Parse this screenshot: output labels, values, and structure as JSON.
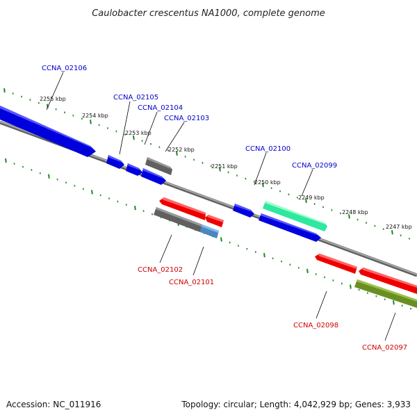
{
  "title": "Caulobacter crescentus NA1000, complete genome",
  "footer": {
    "accession": "Accession: NC_011916",
    "topology": "Topology: circular; Length: 4,042,929 bp; Genes: 3,933"
  },
  "colors": {
    "plus_label": "#0000cc",
    "minus_label": "#cc0000",
    "tick": "#1a8a1a",
    "backbone": "#808080"
  },
  "kbp_labels": [
    "2255 kbp",
    "2254 kbp",
    "2253 kbp",
    "2252 kbp",
    "2251 kbp",
    "2250 kbp",
    "2249 kbp",
    "2248 kbp",
    "2247 kbp"
  ],
  "genes": [
    {
      "id": "CCNA_02106",
      "strand": "+",
      "color": "#0000dd"
    },
    {
      "id": "CCNA_02105",
      "strand": "+",
      "color": "#0000dd"
    },
    {
      "id": "CCNA_02104",
      "strand": "+",
      "color": "#0000dd"
    },
    {
      "id": "CCNA_02103",
      "strand": "+",
      "color": "#606060"
    },
    {
      "id": "CCNA_02100",
      "strand": "+",
      "color": "#0000dd"
    },
    {
      "id": "CCNA_02099",
      "strand": "+",
      "color": "#33ee99"
    },
    {
      "id": "CCNA_02102",
      "strand": "-",
      "color": "#606060"
    },
    {
      "id": "CCNA_02101",
      "strand": "-",
      "color": "#4a86c0"
    },
    {
      "id": "CCNA_02098",
      "strand": "-",
      "color": "#ee0000"
    },
    {
      "id": "CCNA_02097",
      "strand": "-",
      "color": "#6b8e23"
    }
  ]
}
